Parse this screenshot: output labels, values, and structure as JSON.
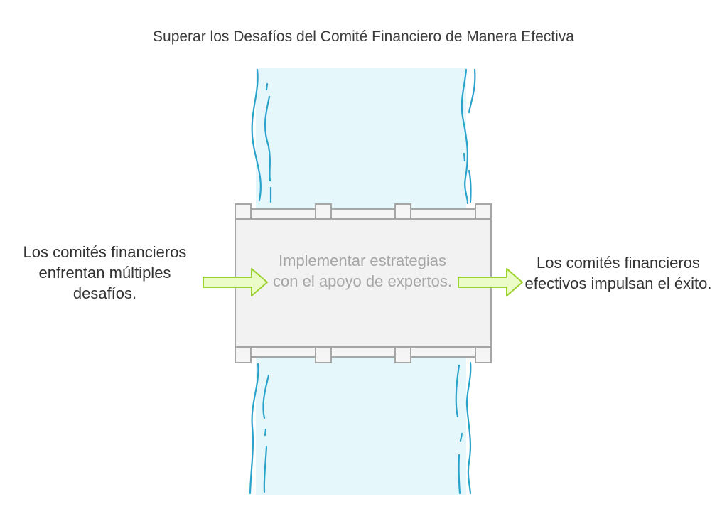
{
  "title": "Superar los Desafíos del Comité Financiero de Manera Efectiva",
  "left_text": "Los comités financieros enfrentan múltiples desafíos.",
  "center_text": "Implementar estrategias con el apoyo de expertos.",
  "right_text": "Los comités financieros efectivos impulsan el éxito.",
  "colors": {
    "river_fill": "#e6f7fc",
    "river_line": "#29a3cc",
    "bridge_fill": "#f2f2f2",
    "bridge_stroke": "#a6a6a6",
    "arrow_fill": "#ecfcc8",
    "arrow_stroke": "#9dd12c"
  },
  "icons": {
    "left_arrow": "arrow-right-icon",
    "right_arrow": "arrow-right-icon"
  }
}
